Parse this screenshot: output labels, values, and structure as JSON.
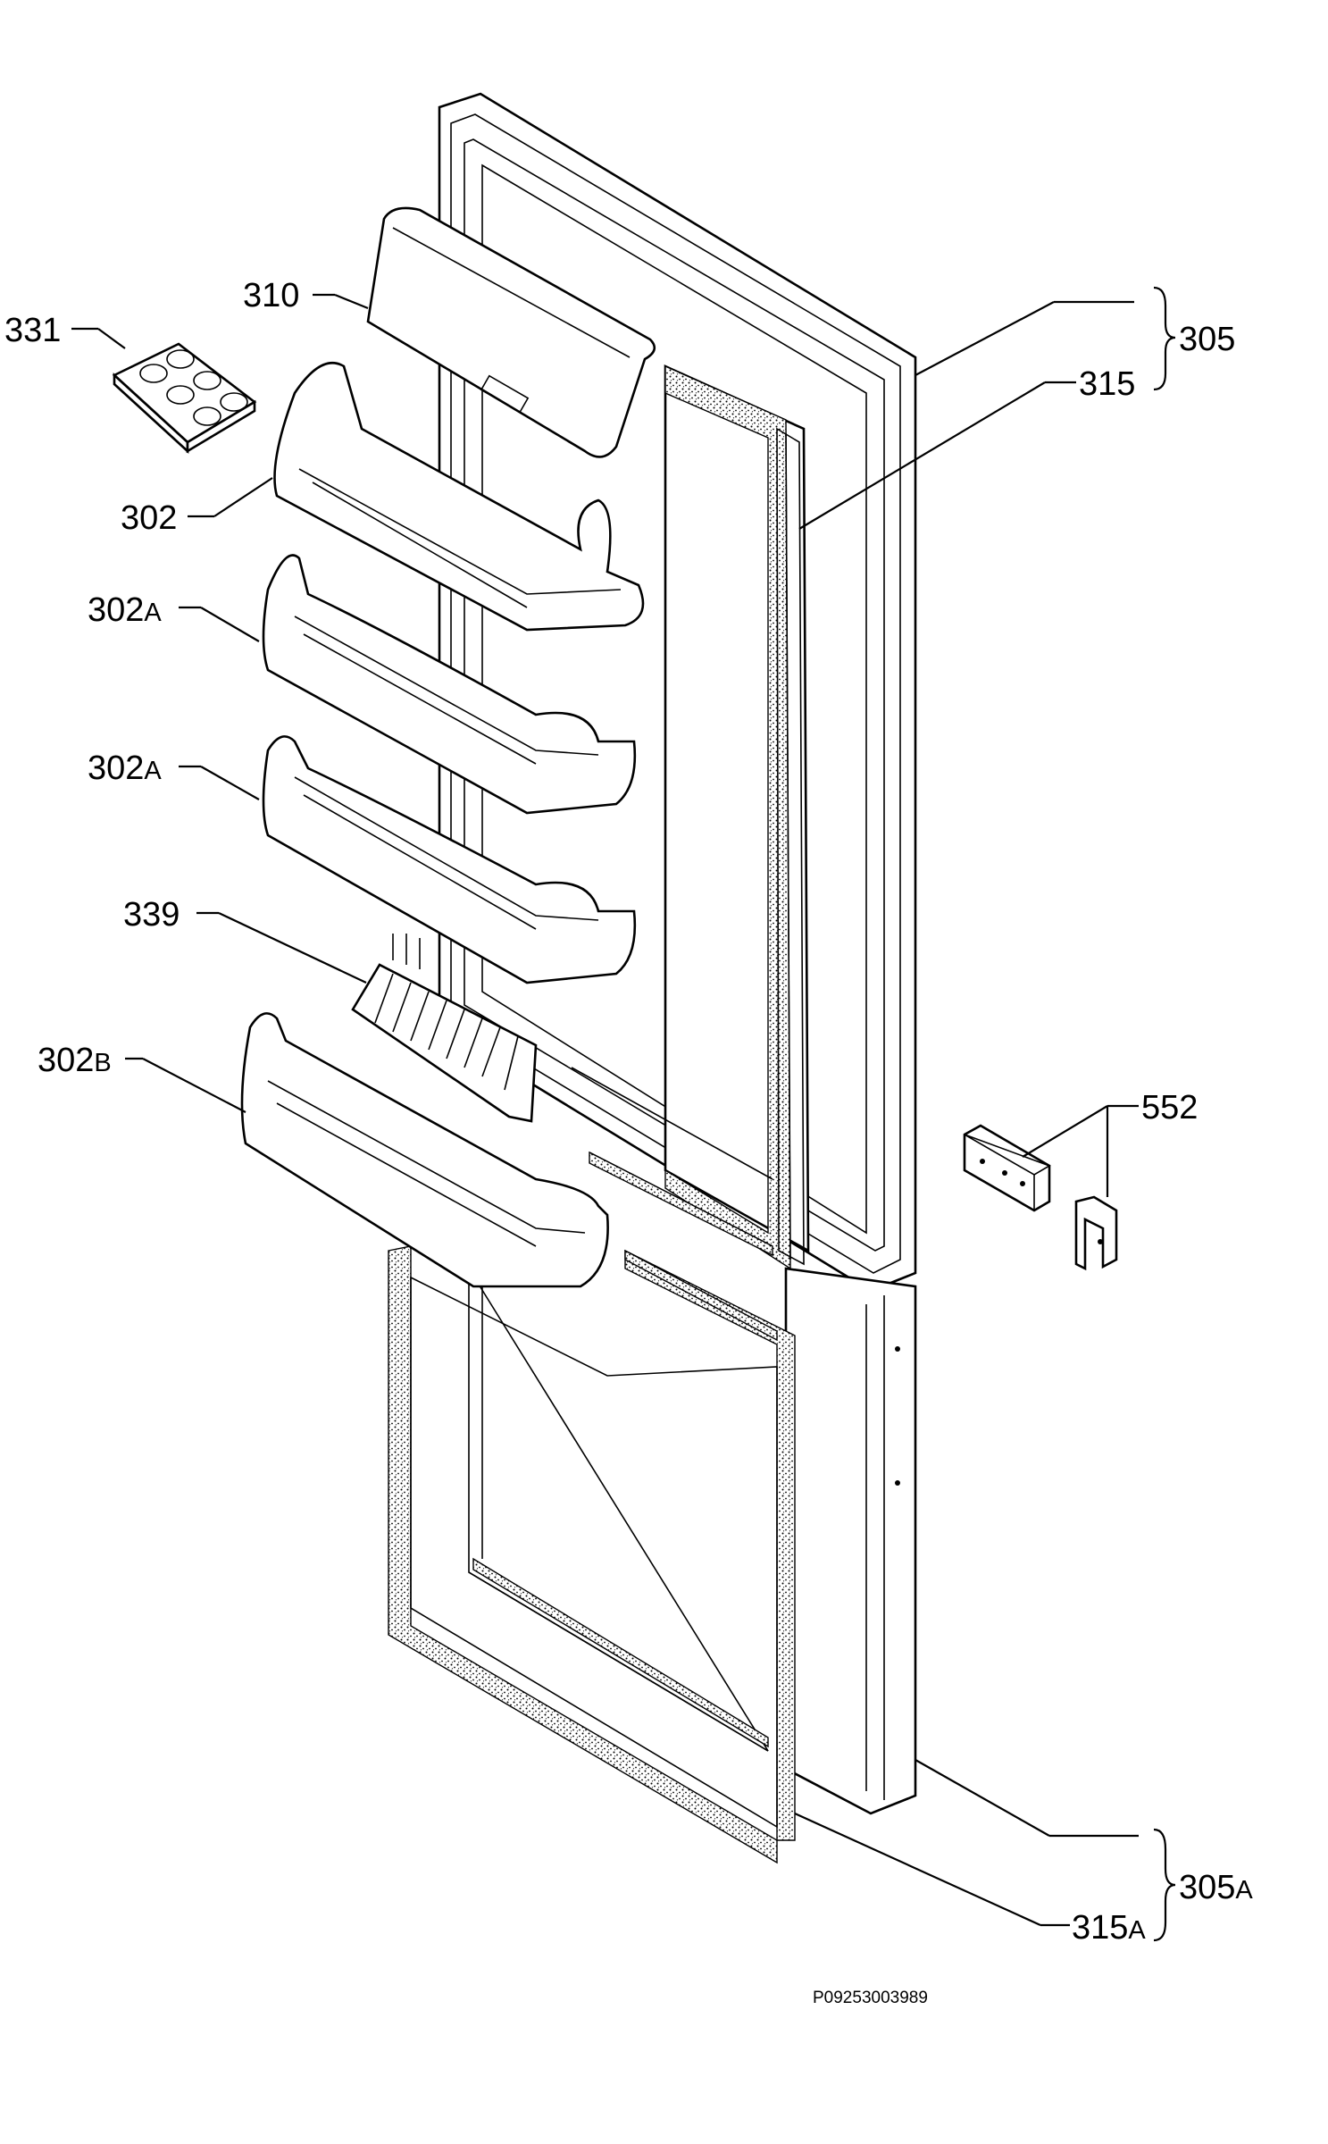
{
  "callouts": [
    {
      "id": "331",
      "main": "331",
      "suffix": ""
    },
    {
      "id": "310",
      "main": "310",
      "suffix": ""
    },
    {
      "id": "302",
      "main": "302",
      "suffix": ""
    },
    {
      "id": "302A_1",
      "main": "302",
      "suffix": "A"
    },
    {
      "id": "302A_2",
      "main": "302",
      "suffix": "A"
    },
    {
      "id": "339",
      "main": "339",
      "suffix": ""
    },
    {
      "id": "302B",
      "main": "302",
      "suffix": "B"
    },
    {
      "id": "305",
      "main": "305",
      "suffix": ""
    },
    {
      "id": "315",
      "main": "315",
      "suffix": ""
    },
    {
      "id": "552",
      "main": "552",
      "suffix": ""
    },
    {
      "id": "305A",
      "main": "305",
      "suffix": "A"
    },
    {
      "id": "315A",
      "main": "315",
      "suffix": "A"
    }
  ],
  "drawing_code": "P09253003989"
}
